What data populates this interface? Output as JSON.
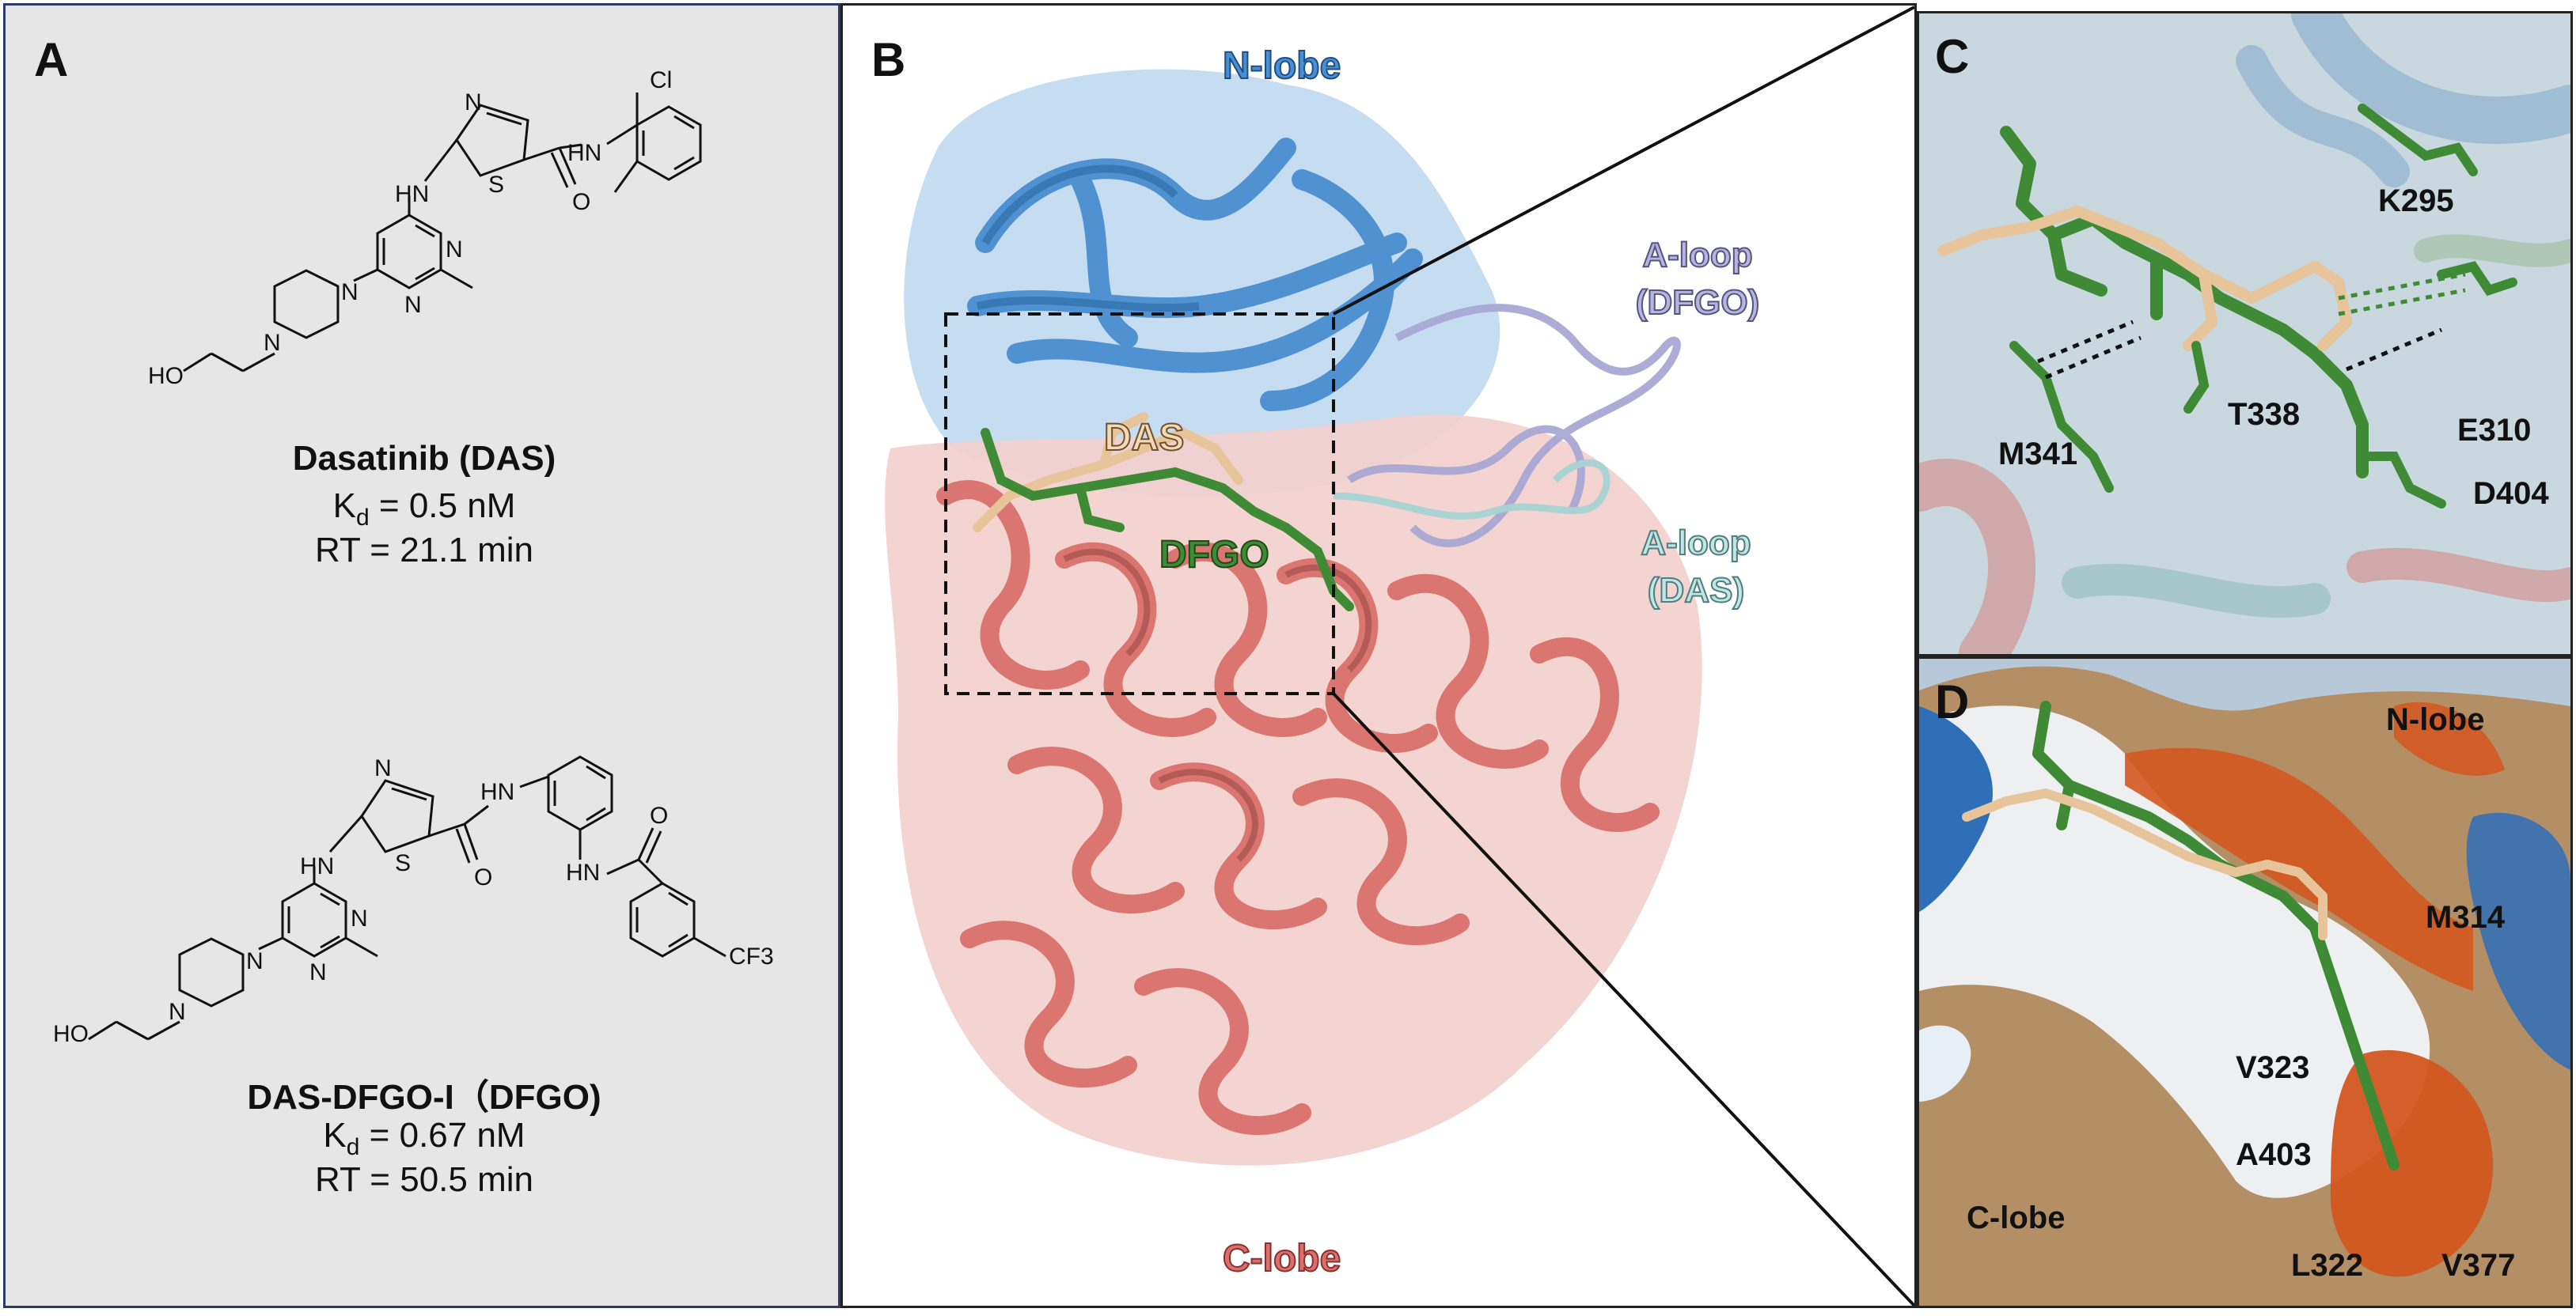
{
  "panel_labels": {
    "a": "A",
    "b": "B",
    "c": "C",
    "d": "D"
  },
  "compound_1": {
    "name": "Dasatinib (DAS)",
    "kd_prefix": "K",
    "kd_sub": "d",
    "kd_value": " = 0.5 nM",
    "rt": "RT = 21.1 min",
    "atoms": {
      "cl": "Cl",
      "nh_amide": "HN",
      "n_thiazole": "N",
      "s_thiazole": "S",
      "o_amide": "O",
      "hn_amine": "HN",
      "n_pyr1": "N",
      "n_pyr2": "N",
      "n_pip1": "N",
      "n_pip2": "N",
      "ho": "HO"
    }
  },
  "compound_2": {
    "name": "DAS-DFGO-I（DFGO)",
    "kd_prefix": "K",
    "kd_sub": "d",
    "kd_value": " = 0.67 nM",
    "rt": "RT = 50.5 min",
    "atoms": {
      "n_thiazole": "N",
      "hn_amide": "HN",
      "s_thiazole": "S",
      "o_amide": "O",
      "hn_amine": "HN",
      "n_pyr1": "N",
      "n_pyr2": "N",
      "n_pip1": "N",
      "n_pip2": "N",
      "ho": "HO",
      "hn_amide2": "HN",
      "o_amide2": "O",
      "cf3": "CF3"
    }
  },
  "panel_b": {
    "n_lobe": "N-lobe",
    "c_lobe": "C-lobe",
    "a_loop_dfgo_1": "A-loop",
    "a_loop_dfgo_2": "(DFGO)",
    "a_loop_das_1": "A-loop",
    "a_loop_das_2": "(DAS)",
    "ligand_das": "DAS",
    "ligand_dfgo": "DFGO"
  },
  "panel_c": {
    "residues": {
      "k295": "K295",
      "t338": "T338",
      "m341": "M341",
      "e310": "E310",
      "d404": "D404"
    }
  },
  "panel_d": {
    "n_lobe": "N-lobe",
    "c_lobe": "C-lobe",
    "residues": {
      "m314": "M314",
      "v323": "V323",
      "a403": "A403",
      "l322": "L322",
      "v377": "V377"
    }
  },
  "colors": {
    "n_lobe": "#4a8fd0",
    "c_lobe": "#d9706b",
    "a_loop_dfgo": "#a9a8d4",
    "a_loop_das": "#a8d3d3",
    "ligand_das": "#e8c49a",
    "ligand_dfgo": "#3f8a34",
    "das_label": "#f3d9b5",
    "dfgo_label": "#2f6d2a"
  }
}
